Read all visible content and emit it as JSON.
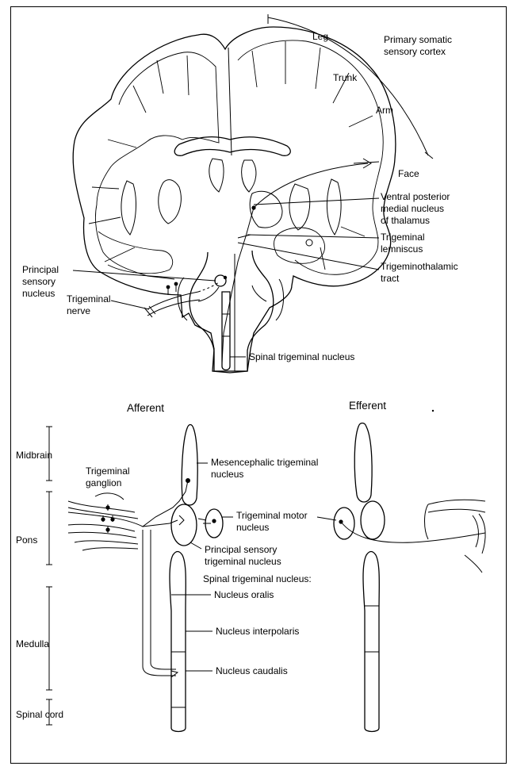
{
  "top": {
    "labels": {
      "leg": "Leg",
      "trunk": "Trunk",
      "arm": "Arm",
      "face": "Face",
      "cortex": [
        "Primary somatic",
        "sensory cortex"
      ],
      "vpm": [
        "Ventral posterior",
        "medial nucleus",
        "of thalamus"
      ],
      "lemniscus": [
        "Trigeminal",
        "lemniscus"
      ],
      "tract": [
        "Trigeminothalamic",
        "tract"
      ],
      "principal": [
        "Principal",
        "sensory",
        "nucleus"
      ],
      "nerve": [
        "Trigeminal",
        "nerve"
      ],
      "spinal": "Spinal trigeminal nucleus"
    }
  },
  "bottom": {
    "afferent_title": "Afferent",
    "efferent_title": "Efferent",
    "regions": [
      "Midbrain",
      "Pons",
      "Medulla",
      "Spinal cord"
    ],
    "labels": {
      "ganglion": [
        "Trigeminal",
        "ganglion"
      ],
      "mesencephalic": [
        "Mesencephalic trigeminal",
        "nucleus"
      ],
      "motor": [
        "Trigeminal motor",
        "nucleus"
      ],
      "principal": [
        "Principal sensory",
        "trigeminal nucleus"
      ],
      "spinal_header": "Spinal trigeminal nucleus:",
      "oralis": "Nucleus oralis",
      "interpolaris": "Nucleus interpolaris",
      "caudalis": "Nucleus caudalis"
    }
  }
}
